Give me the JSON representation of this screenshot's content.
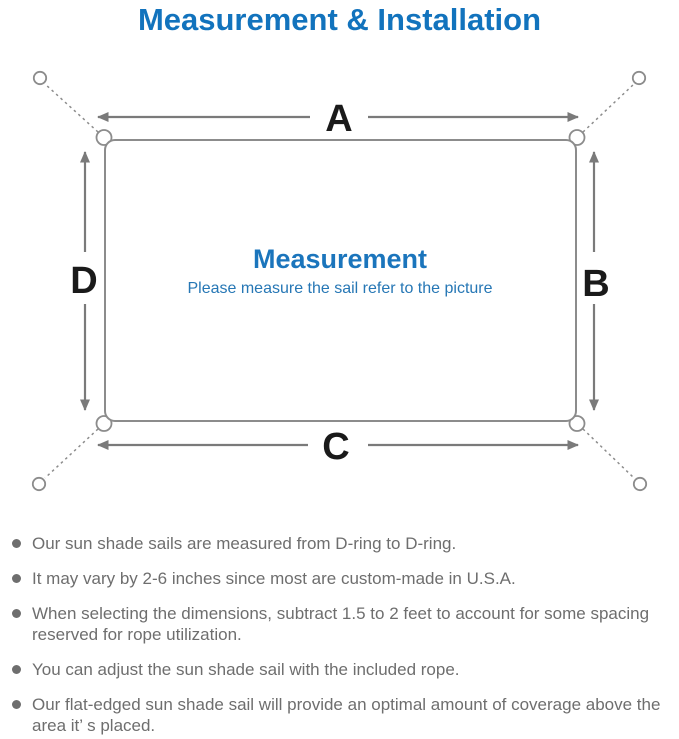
{
  "title": "Measurement & Installation",
  "diagram": {
    "labels": {
      "top": "A",
      "right": "B",
      "bottom": "C",
      "left": "D"
    },
    "center_heading": "Measurement",
    "center_subtitle": "Please measure the sail refer to the picture"
  },
  "bullets": [
    "Our sun shade sails are measured from D-ring to D-ring.",
    "It may vary by 2-6 inches since most are custom-made in U.S.A.",
    "When selecting the dimensions, subtract 1.5 to 2 feet to account for some spacing reserved for rope utilization.",
    "You can adjust the sun shade sail with the included rope.",
    "Our flat-edged sun shade sail will provide an optimal amount of coverage above the area it’ s placed."
  ],
  "colors": {
    "accent_blue": "#1273bd",
    "center_blue": "#1b75bc",
    "line_gray": "#7a7a7a",
    "outline_gray": "#8c8c8c",
    "text_gray": "#6e6e6e",
    "label_black": "#1a1a1a"
  }
}
